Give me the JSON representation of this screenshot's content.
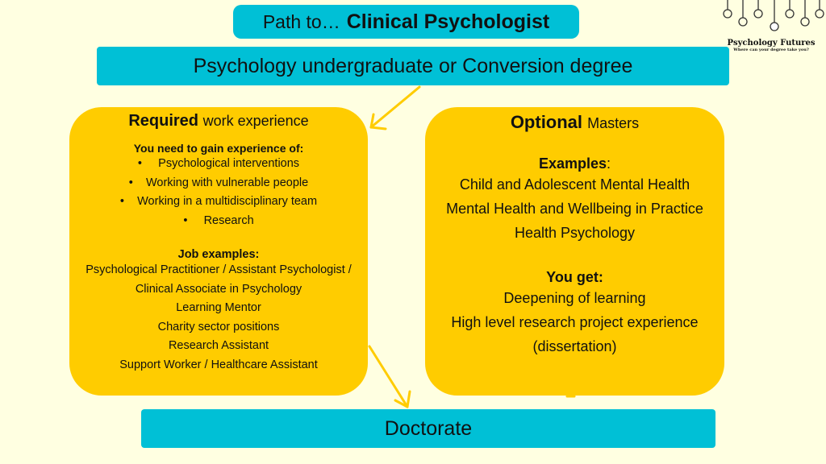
{
  "title": {
    "prefix": "Path to…",
    "role": "Clinical Psychologist"
  },
  "entry": "Psychology undergraduate or Conversion degree",
  "required": {
    "heading_bold": "Required",
    "heading_rest": "work experience",
    "subheading": "You need to gain experience of:",
    "bullets": [
      "Psychological interventions",
      "Working with vulnerable people",
      "Working in a multidisciplinary team",
      "Research"
    ],
    "jobs_heading": "Job examples:",
    "jobs": [
      "Psychological Practitioner / Assistant Psychologist /",
      "Clinical Associate in Psychology",
      "Learning Mentor",
      "Charity sector positions",
      "Research Assistant",
      "Support Worker / Healthcare Assistant"
    ]
  },
  "optional": {
    "heading_bold": "Optional",
    "heading_rest": "Masters",
    "examples_heading": "Examples",
    "examples": [
      "Child and Adolescent Mental Health",
      "Mental Health and Wellbeing in Practice",
      "Health Psychology"
    ],
    "get_heading": "You get:",
    "get": [
      "Deepening of learning",
      "High level research project experience",
      "(dissertation)"
    ]
  },
  "destination": "Doctorate",
  "logo": {
    "name": "Psychology Futures",
    "tagline": "Where can your degree take you?"
  },
  "colors": {
    "teal": "#00C0D6",
    "yellow": "#FFCC00",
    "background": "#FFFFE1"
  }
}
